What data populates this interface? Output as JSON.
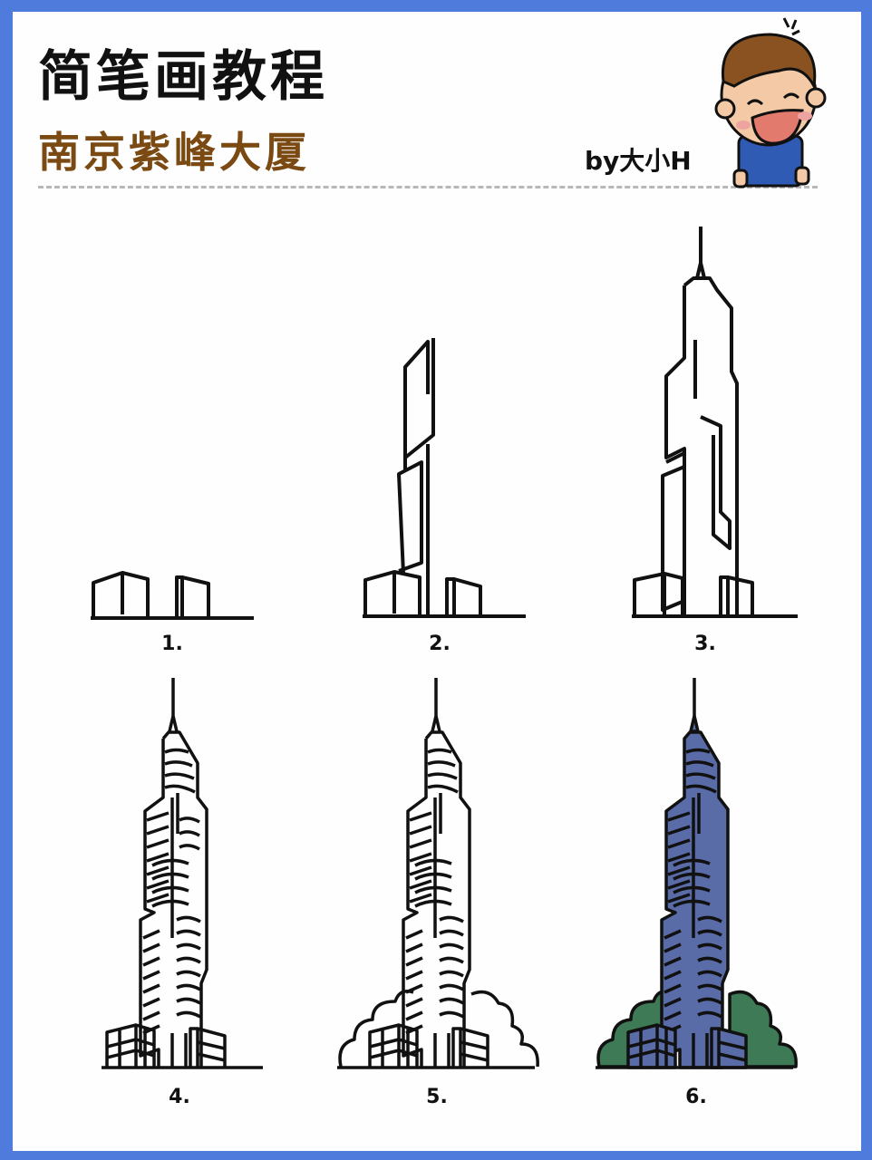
{
  "header": {
    "title": "简笔画教程",
    "subtitle": "南京紫峰大厦",
    "byline": "by大小H"
  },
  "colors": {
    "border": "#4f7bdd",
    "subtitle": "#7a4a12",
    "building_fill": "#5a6ca8",
    "tree_fill": "#3d7a55",
    "ink": "#111111"
  },
  "steps": [
    {
      "label": "1."
    },
    {
      "label": "2."
    },
    {
      "label": "3."
    },
    {
      "label": "4."
    },
    {
      "label": "5."
    },
    {
      "label": "6."
    }
  ]
}
